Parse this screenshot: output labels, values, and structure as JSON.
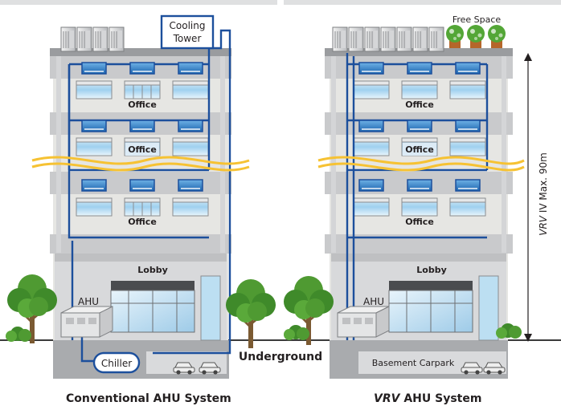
{
  "left_building": {
    "caption": "Conventional AHU System",
    "cooling_tower_label_line1": "Cooling",
    "cooling_tower_label_line2": "Tower",
    "office_label": "Office",
    "lobby_label": "Lobby",
    "ahu_label": "AHU",
    "chiller_label": "Chiller"
  },
  "right_building": {
    "caption_italic": "VRV",
    "caption_rest": " AHU System",
    "free_space_label": "Free Space",
    "office_label": "Office",
    "lobby_label": "Lobby",
    "ahu_label": "AHU",
    "basement_label": "Basement Carpark",
    "height_label_italic": "VRV",
    "height_label_rest": " IV Max. 90m"
  },
  "underground_label": "Underground",
  "colors": {
    "pipe_blue": "#1c4f9c",
    "indoor_unit_blue": "#2d7fc6",
    "wave_yellow": "#f6c233",
    "building_grey": "#c9cacc",
    "tree_green": "#3f8a2a"
  }
}
